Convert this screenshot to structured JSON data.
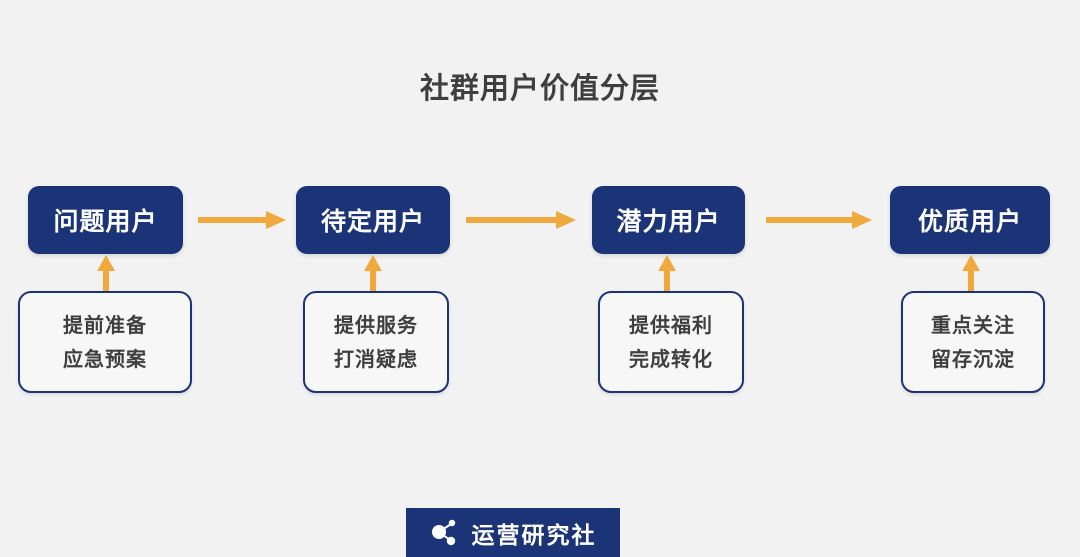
{
  "page": {
    "title": "社群用户价值分层",
    "background_color": "#f2f2f2"
  },
  "colors": {
    "navy": "#1b3478",
    "arrow_orange": "#f0a93c",
    "title_text": "#3f3f3f",
    "box_fill": "#f7f7f7"
  },
  "flow": {
    "stages": [
      {
        "label": "问题用户",
        "actions": [
          "提前准备",
          "应急预案"
        ]
      },
      {
        "label": "待定用户",
        "actions": [
          "提供服务",
          "打消疑虑"
        ]
      },
      {
        "label": "潜力用户",
        "actions": [
          "提供福利",
          "完成转化"
        ]
      },
      {
        "label": "优质用户",
        "actions": [
          "重点关注",
          "留存沉淀"
        ]
      }
    ],
    "arrows": {
      "horizontal_icon": "arrow-right-icon",
      "vertical_icon": "arrow-up-icon",
      "count_horizontal": 3,
      "count_vertical": 4
    }
  },
  "footer": {
    "logo_text": "运营研究社",
    "logo_icon": "node-network-icon"
  }
}
